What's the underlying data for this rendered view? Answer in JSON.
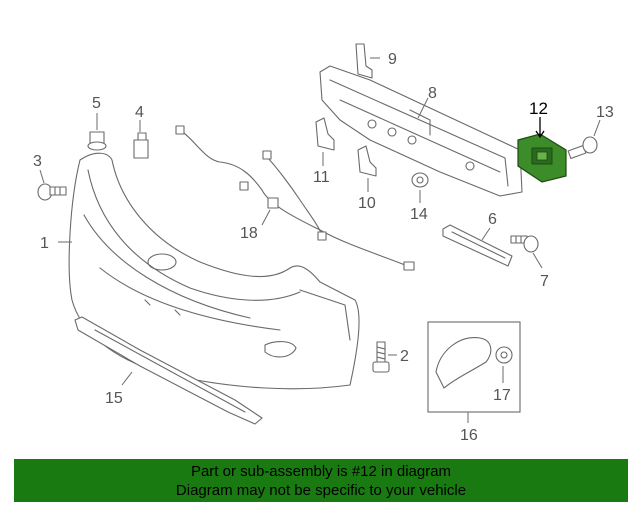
{
  "diagram": {
    "callouts": [
      "1",
      "2",
      "3",
      "4",
      "5",
      "6",
      "7",
      "8",
      "9",
      "10",
      "11",
      "12",
      "13",
      "14",
      "15",
      "16",
      "17",
      "18"
    ],
    "highlighted_part": "12",
    "highlight_color": "#3d8c2a"
  },
  "footer": {
    "line1": "Part or sub-assembly is #12 in diagram",
    "line2": "Diagram may not be specific to your vehicle",
    "background": "#1a7a12"
  }
}
